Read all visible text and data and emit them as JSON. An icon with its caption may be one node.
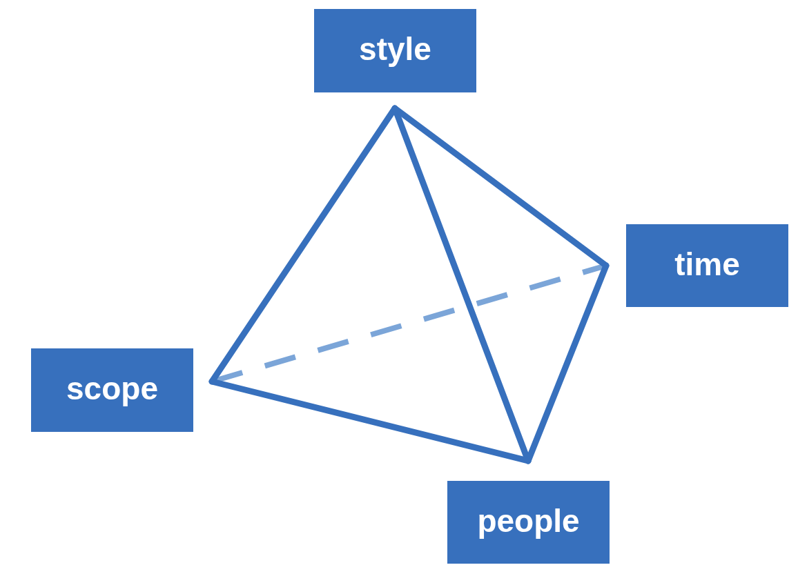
{
  "diagram": {
    "nodes": [
      {
        "text": [
          "style"
        ]
      },
      {
        "text": [
          "time"
        ]
      },
      {
        "text": [
          "scope"
        ]
      },
      {
        "text": [
          "people"
        ]
      }
    ],
    "edges": [
      {
        "from": 0,
        "to": 2,
        "arrow": "none"
      },
      {
        "from": 0,
        "to": 3,
        "arrow": "none"
      },
      {
        "from": 0,
        "to": 1,
        "arrow": "none"
      },
      {
        "from": 1,
        "to": 3,
        "arrow": "none"
      },
      {
        "from": 2,
        "to": 3,
        "arrow": "none"
      },
      {
        "from": 2,
        "to": 1,
        "arrow": "none",
        "style": "dashed",
        "color": "#7ba5d8"
      }
    ]
  }
}
